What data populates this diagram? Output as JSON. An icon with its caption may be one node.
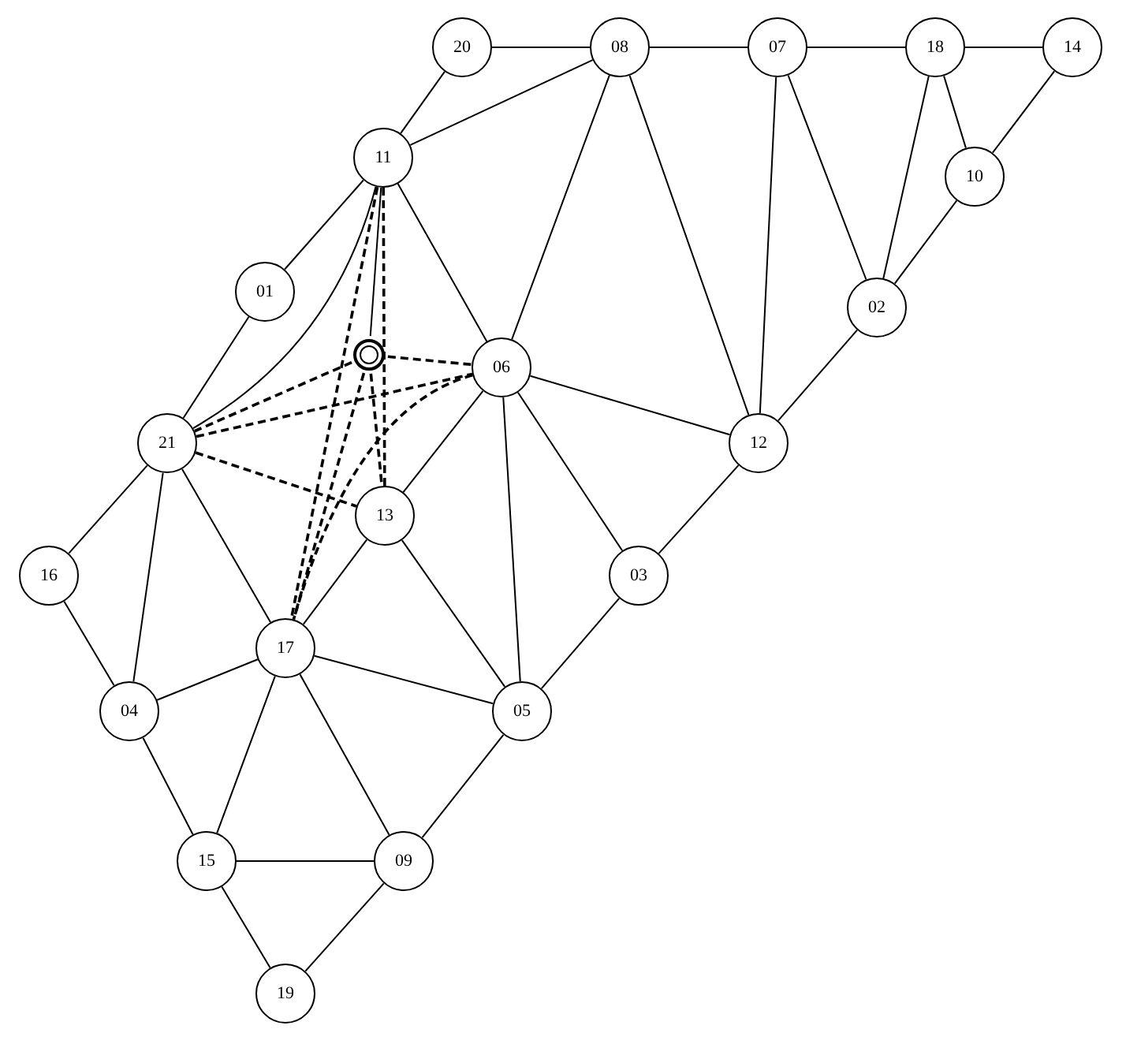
{
  "diagram": {
    "nodes": [
      {
        "text": [
          "20"
        ]
      },
      {
        "text": [
          "08"
        ]
      },
      {
        "text": [
          "07"
        ]
      },
      {
        "text": [
          "18"
        ]
      },
      {
        "text": [
          "14"
        ]
      },
      {
        "text": [
          "11"
        ]
      },
      {
        "text": [
          "10"
        ]
      },
      {
        "text": [
          "01"
        ]
      },
      {
        "text": [
          "02"
        ]
      },
      {
        "text": [],
        "shape": "circle"
      },
      {
        "text": [
          "06"
        ]
      },
      {
        "text": [
          "21"
        ]
      },
      {
        "text": [
          "12"
        ]
      },
      {
        "text": [
          "13"
        ]
      },
      {
        "text": [
          "16"
        ]
      },
      {
        "text": [
          "03"
        ]
      },
      {
        "text": [
          "17"
        ]
      },
      {
        "text": [
          "04"
        ]
      },
      {
        "text": [
          "05"
        ]
      },
      {
        "text": [
          "15"
        ]
      },
      {
        "text": [
          "09"
        ]
      },
      {
        "text": [
          "19"
        ]
      }
    ],
    "edges": [
      {
        "from": 0,
        "to": 1,
        "arrow": "none"
      },
      {
        "from": 1,
        "to": 2,
        "arrow": "none"
      },
      {
        "from": 2,
        "to": 3,
        "arrow": "none"
      },
      {
        "from": 3,
        "to": 4,
        "arrow": "none"
      },
      {
        "from": 0,
        "to": 5,
        "arrow": "none"
      },
      {
        "from": 5,
        "to": 1,
        "arrow": "none"
      },
      {
        "from": 5,
        "to": 7,
        "arrow": "none"
      },
      {
        "from": 7,
        "to": 11,
        "arrow": "none"
      },
      {
        "from": 5,
        "to": 10,
        "arrow": "none"
      },
      {
        "from": 1,
        "to": 10,
        "arrow": "none"
      },
      {
        "from": 1,
        "to": 12,
        "arrow": "none"
      },
      {
        "from": 2,
        "to": 12,
        "arrow": "none"
      },
      {
        "from": 2,
        "to": 8,
        "arrow": "none"
      },
      {
        "from": 3,
        "to": 8,
        "arrow": "none"
      },
      {
        "from": 3,
        "to": 6,
        "arrow": "none"
      },
      {
        "from": 4,
        "to": 6,
        "arrow": "none"
      },
      {
        "from": 6,
        "to": 8,
        "arrow": "none"
      },
      {
        "from": 8,
        "to": 12,
        "arrow": "none"
      },
      {
        "from": 10,
        "to": 12,
        "arrow": "none"
      },
      {
        "from": 10,
        "to": 15,
        "arrow": "none"
      },
      {
        "from": 15,
        "to": 12,
        "arrow": "none"
      },
      {
        "from": 10,
        "to": 13,
        "arrow": "none"
      },
      {
        "from": 10,
        "to": 18,
        "arrow": "none"
      },
      {
        "from": 15,
        "to": 18,
        "arrow": "none"
      },
      {
        "from": 11,
        "to": 14,
        "arrow": "none"
      },
      {
        "from": 11,
        "to": 17,
        "arrow": "none"
      },
      {
        "from": 11,
        "to": 16,
        "arrow": "none"
      },
      {
        "from": 14,
        "to": 17,
        "arrow": "none"
      },
      {
        "from": 17,
        "to": 16,
        "arrow": "none"
      },
      {
        "from": 17,
        "to": 19,
        "arrow": "none"
      },
      {
        "from": 16,
        "to": 13,
        "arrow": "none"
      },
      {
        "from": 16,
        "to": 18,
        "arrow": "none"
      },
      {
        "from": 16,
        "to": 19,
        "arrow": "none"
      },
      {
        "from": 16,
        "to": 20,
        "arrow": "none"
      },
      {
        "from": 13,
        "to": 18,
        "arrow": "none"
      },
      {
        "from": 19,
        "to": 20,
        "arrow": "none"
      },
      {
        "from": 19,
        "to": 21,
        "arrow": "none"
      },
      {
        "from": 21,
        "to": 20,
        "arrow": "none"
      },
      {
        "from": 20,
        "to": 18,
        "arrow": "none"
      },
      {
        "from": 5,
        "to": 11,
        "arrow": "none"
      },
      {
        "from": 5,
        "to": 9,
        "arrow": "none"
      },
      {
        "from": 9,
        "to": 10,
        "arrow": "none",
        "style": "dashed"
      },
      {
        "from": 9,
        "to": 11,
        "arrow": "none",
        "style": "dashed"
      },
      {
        "from": 11,
        "to": 10,
        "arrow": "none",
        "style": "dashed"
      },
      {
        "from": 11,
        "to": 13,
        "arrow": "none",
        "style": "dashed"
      },
      {
        "from": 5,
        "to": 13,
        "arrow": "none",
        "style": "dashed"
      },
      {
        "from": 5,
        "to": 16,
        "arrow": "none",
        "style": "dashed"
      },
      {
        "from": 9,
        "to": 16,
        "arrow": "none",
        "style": "dashed"
      },
      {
        "from": 10,
        "to": 16,
        "arrow": "none",
        "style": "dashed"
      },
      {
        "from": 9,
        "to": 13,
        "arrow": "none",
        "style": "dashed"
      }
    ]
  }
}
